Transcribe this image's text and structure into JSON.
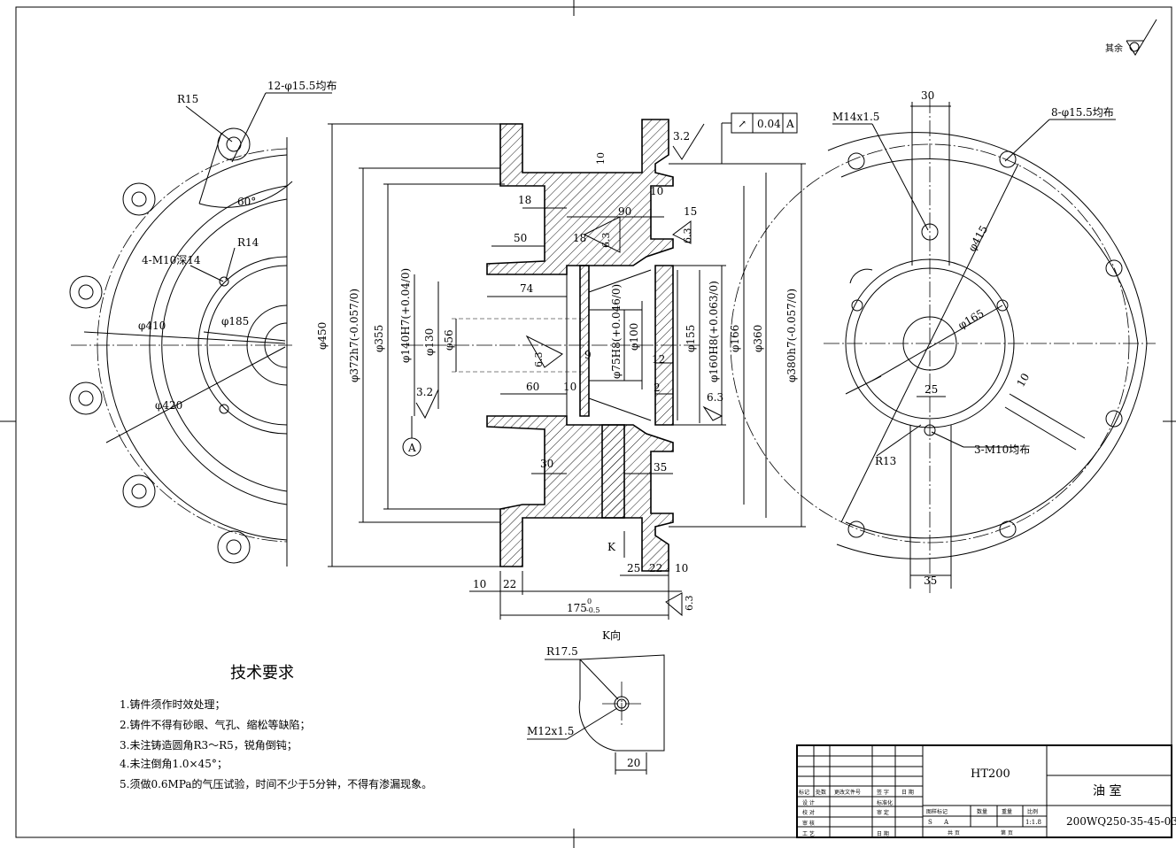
{
  "surface_symbol": {
    "label": "其余"
  },
  "front_view": {
    "dims": [
      "R15",
      "12-φ15.5均布",
      "60°",
      "R14",
      "4-M10深14",
      "φ410",
      "φ185",
      "φ420"
    ]
  },
  "section_view": {
    "dims": [
      "φ450",
      "φ372h7(-0.057/0)",
      "φ355",
      "φ140H7(+0.04/0)",
      "φ130",
      "φ56",
      "φ75H8(+0.046/0)",
      "φ100",
      "φ155",
      "φ160H8(+0.063/0)",
      "φ166",
      "φ360",
      "φ380h7(-0.057/0)",
      "18",
      "50",
      "74",
      "60",
      "10",
      "90",
      "15",
      "18",
      "9",
      "12",
      "2",
      "30",
      "35",
      "25",
      "22",
      "10",
      "10",
      "22",
      "175",
      "-0.5",
      "0"
    ],
    "roughness": [
      "3.2",
      "6.3",
      "6.3",
      "6.3",
      "3.2",
      "6.3",
      "6.3"
    ],
    "tolerance_frame": {
      "symbol": "↗",
      "value": "0.04",
      "datum": "A"
    },
    "datum_label": "A",
    "view_marker": "K"
  },
  "right_view": {
    "dims": [
      "30",
      "M14x1.5",
      "8-φ15.5均布",
      "φ415",
      "φ165",
      "10",
      "25",
      "R13",
      "3-M10均布",
      "35"
    ]
  },
  "k_view": {
    "title": "K向",
    "dims": [
      "R17.5",
      "M12x1.5",
      "20"
    ]
  },
  "tech_requirements": {
    "title": "技术要求",
    "items": [
      "1.铸件须作时效处理；",
      "2.铸件不得有砂眼、气孔、缩松等缺陷；",
      "3.未注铸造圆角R3～R5，锐角倒钝；",
      "4.未注倒角1.0×45°；",
      "5.须做0.6MPa的气压试验，时间不少于5分钟，不得有渗漏现象。"
    ]
  },
  "title_block": {
    "material": "HT200",
    "part_name": "油  室",
    "drawing_no": "200WQ250-35-45-03",
    "scale": "1:1.8",
    "headers": [
      "标记",
      "处数",
      "更改文件号",
      "签 字",
      "日 期"
    ],
    "roles": [
      "设 计",
      "校 对",
      "审 核",
      "工 艺"
    ],
    "mid_labels": [
      "标准化",
      "审 定",
      "日 期"
    ],
    "stage_labels": [
      "图样标记",
      "数量",
      "重量",
      "比例"
    ],
    "stage_marks": [
      "S",
      "A"
    ],
    "sheet": [
      "共  页",
      "第  页"
    ]
  }
}
